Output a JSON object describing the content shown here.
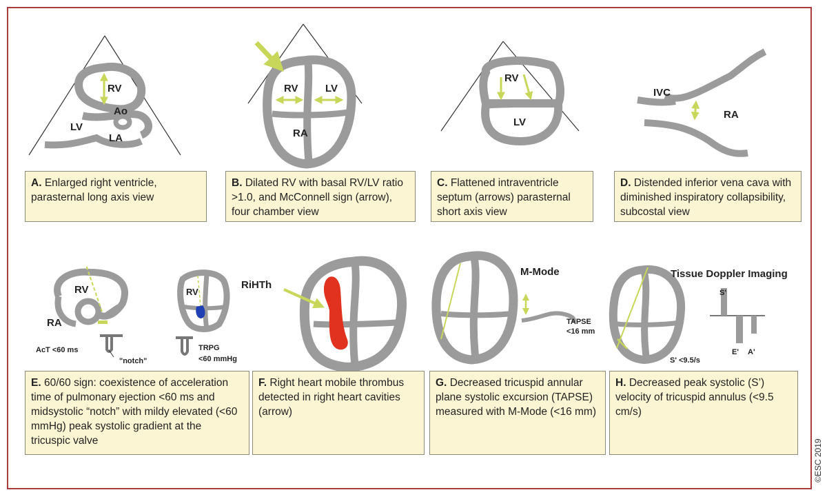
{
  "panels": [
    {
      "letter": "A.",
      "text": "Enlarged right ventricle, parasternal long axis view",
      "labels": {
        "rv": "RV",
        "ao": "Ao",
        "lv": "LV",
        "la": "LA"
      }
    },
    {
      "letter": "B.",
      "text": "Dilated RV with basal RV/LV ratio >1.0, and McConnell sign (arrow), four chamber view",
      "labels": {
        "rv": "RV",
        "lv": "LV",
        "ra": "RA"
      }
    },
    {
      "letter": "C.",
      "text": "Flattened intraventricle septum (arrows) parasternal short axis view",
      "labels": {
        "rv": "RV",
        "lv": "LV"
      }
    },
    {
      "letter": "D.",
      "text": "Distended inferior vena cava with diminished inspiratory collapsibility, subcostal view",
      "labels": {
        "ivc": "IVC",
        "ra": "RA"
      }
    },
    {
      "letter": "E.",
      "text": "60/60 sign: coexistence of acceleration time of pulmonary ejection <60 ms and midsystolic “notch” with mildy elevated (<60 mmHg) peak systolic gradient at the tricuspic valve",
      "labels": {
        "rv": "RV",
        "ra": "RA",
        "act": "AcT <60 ms",
        "notch": "\"notch\"",
        "rv2": "RV",
        "trpg": "TRPG",
        "trpg_val": "<60 mmHg"
      }
    },
    {
      "letter": "F.",
      "text": "Right heart mobile thrombus detected in right heart cavities (arrow)",
      "labels": {
        "rihth": "RiHTh"
      }
    },
    {
      "letter": "G.",
      "text": "Decreased tricuspid annular plane systolic excursion (TAPSE) measured with M-Mode (<16 mm)",
      "labels": {
        "mmode": "M-Mode",
        "tapse": "TAPSE",
        "tapse_val": "<16 mm"
      }
    },
    {
      "letter": "H.",
      "text": "Decreased peak systolic (S’) velocity of tricuspid annulus (<9.5 cm/s)",
      "labels": {
        "tdi": "Tissue Doppler Imaging",
        "s": "S'",
        "e": "E'",
        "a": "A'",
        "s_val": "S' <9.5/s"
      }
    }
  ],
  "copyright": "©ESC 2019",
  "colors": {
    "wall": "#9b9b9b",
    "arrow": "#c8d65a",
    "thrombus": "#e0321e",
    "jet": "#1f3fb4",
    "caption_bg": "#fbf5d3",
    "frame": "#a83c3c"
  }
}
